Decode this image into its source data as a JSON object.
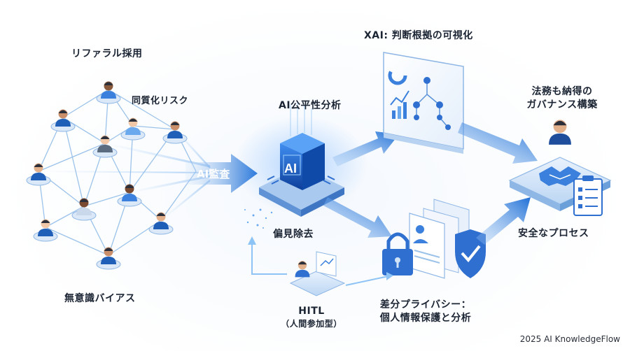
{
  "labels": {
    "referral": "リファラル採用",
    "assimilation": "同質化リスク",
    "unconscious_bias": "無意識バイアス",
    "ai_audit": "AI監査",
    "ai_fairness": "AI公平性分析",
    "ai_chip": "AI",
    "bias_removal": "偏見除去",
    "xai": "XAI: 判断根拠の可視化",
    "legal_line1": "法務も納得の",
    "legal_line2": "ガバナンス構築",
    "safe_process": "安全なプロセス",
    "hitl": "HITL",
    "hitl_sub": "（人間参加型）",
    "privacy_line1": "差分プライバシー：",
    "privacy_line2": "個人情報保護と分析",
    "footer": "2025 AI KnowledgeFlow"
  },
  "icons": [
    "person-icon",
    "ai-chip-icon",
    "dashboard-icon",
    "handshake-icon",
    "checklist-icon",
    "lock-icon",
    "shield-check-icon",
    "document-icon"
  ],
  "colors": {
    "primary": "#1f6fd6",
    "accent_light": "#8ec3f5",
    "text": "#1b2433",
    "network_line": "#9cc3ea"
  }
}
